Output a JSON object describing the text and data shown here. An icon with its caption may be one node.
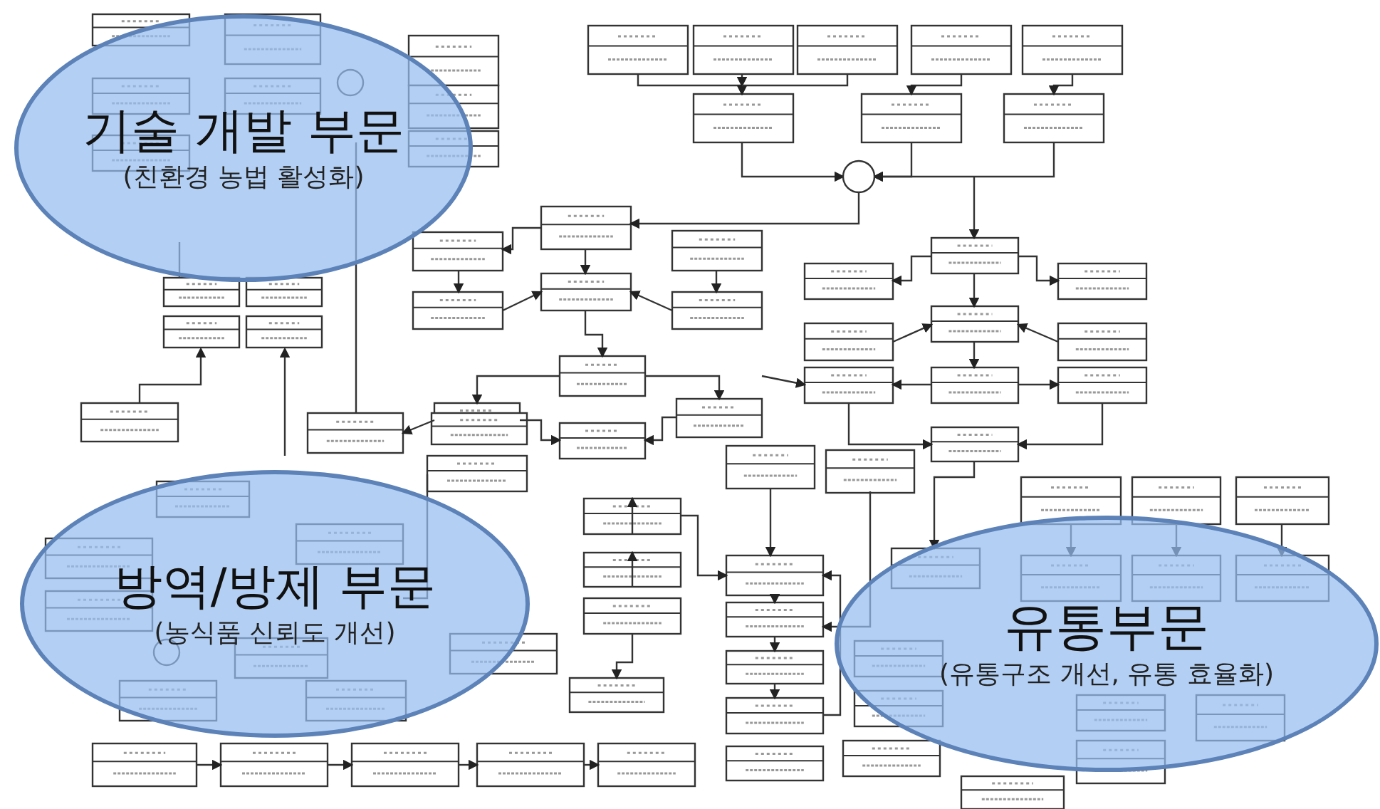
{
  "diagram": {
    "nodes": [
      {
        "text": [
          "기술 개발 부문",
          "(친환경 농법 활성화)"
        ]
      },
      {
        "text": [
          "방역/방제 부문",
          "(농식품 신뢰도 개선)"
        ]
      },
      {
        "text": [
          "유통부문",
          "(유통구조 개선, 유통 효율화)"
        ]
      }
    ]
  }
}
